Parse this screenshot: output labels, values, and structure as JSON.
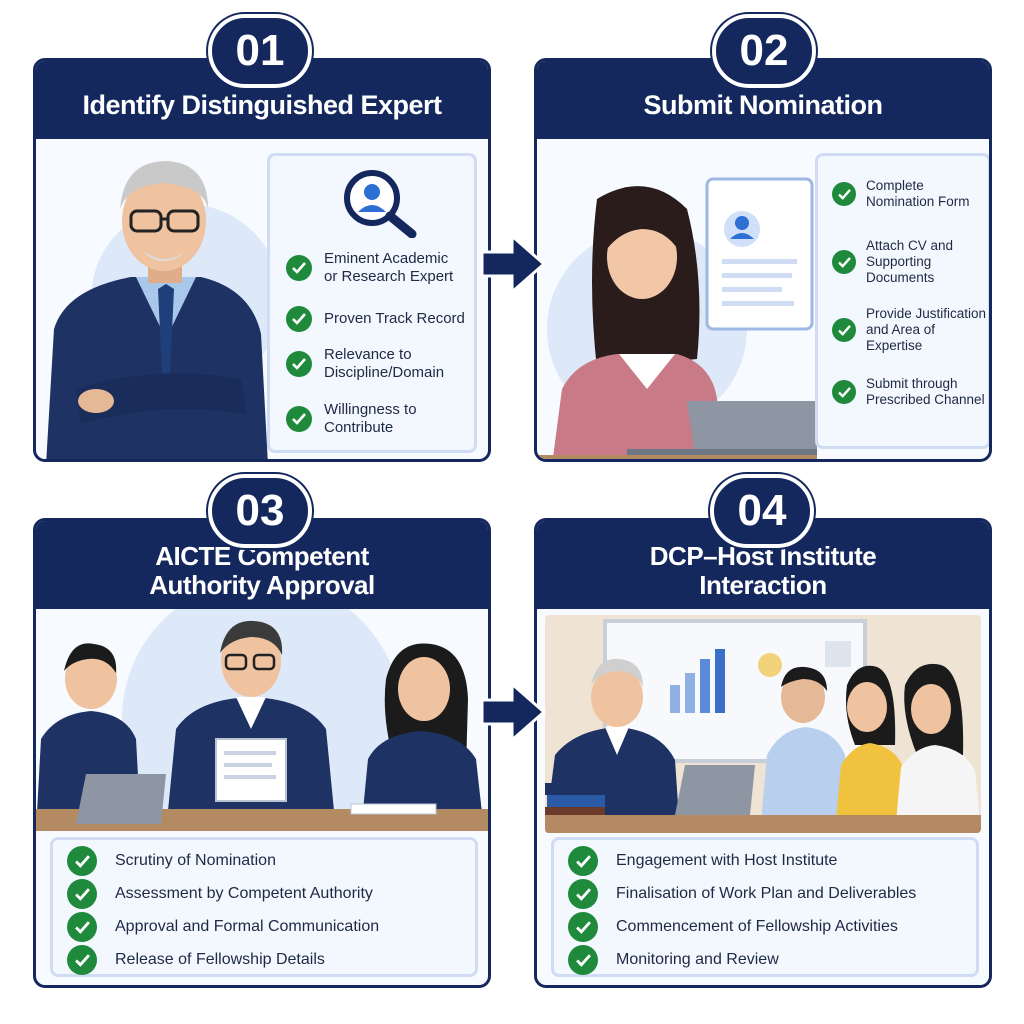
{
  "steps": [
    {
      "number": "01",
      "title": "Identify Distinguished Expert",
      "items": [
        "Eminent Academic",
        "or Research Expert",
        "Proven Track Record",
        "Relevance to",
        "Discipline/Domain",
        "Willingness to",
        "Contribute"
      ]
    },
    {
      "number": "02",
      "title": "Submit Nomination",
      "items": [
        "Complete",
        "Nomination Form",
        "Attach CV and",
        "Supporting Documents",
        "Provide Justification",
        "and Area of Expertise",
        "Submit through",
        "Prescribed Channel"
      ]
    },
    {
      "number": "03",
      "title_line1": "AICTE Competent",
      "title_line2": "Authority Approval",
      "items": [
        "Scrutiny of Nomination",
        "Assessment by Competent Authority",
        "Approval and Formal Communication",
        "Release of Fellowship Details"
      ]
    },
    {
      "number": "04",
      "title_line1": "DCP–Host Institute",
      "title_line2": "Interaction",
      "items": [
        "Engagement with Host Institute",
        "Finalisation of Work Plan and Deliverables",
        "Commencement of Fellowship Activities",
        "Monitoring and Review"
      ]
    }
  ],
  "colors": {
    "navy": "#14285e",
    "check_green": "#1f8a3b",
    "panel_bg": "#f3f7fe"
  }
}
